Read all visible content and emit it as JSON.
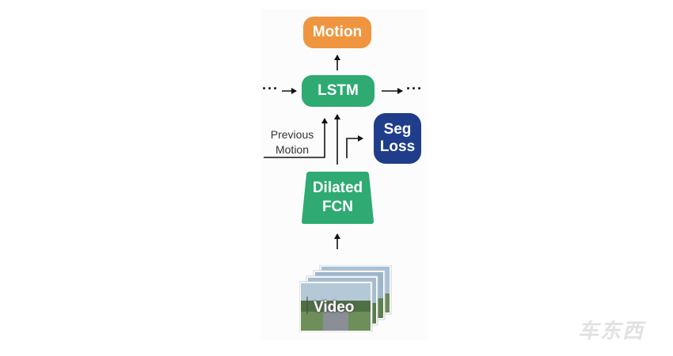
{
  "diagram": {
    "nodes": {
      "motion": "Motion",
      "lstm": "LSTM",
      "seg_loss_line1": "Seg",
      "seg_loss_line2": "Loss",
      "fcn_line1": "Dilated",
      "fcn_line2": "FCN",
      "video": "Video"
    },
    "labels": {
      "previous_motion_line1": "Previous",
      "previous_motion_line2": "Motion",
      "ellipsis_left": "···",
      "ellipsis_right": "···"
    },
    "edges": [
      {
        "from": "lstm",
        "to": "motion"
      },
      {
        "from": "fcn",
        "to": "lstm"
      },
      {
        "from": "previous_motion",
        "to": "lstm"
      },
      {
        "from": "fcn",
        "to": "seg_loss"
      },
      {
        "from": "video",
        "to": "fcn"
      },
      {
        "from": "ellipsis_left",
        "to": "lstm"
      },
      {
        "from": "lstm",
        "to": "ellipsis_right"
      }
    ],
    "colors": {
      "motion": "#f0953f",
      "lstm": "#2eaa72",
      "fcn": "#2eaa72",
      "seg_loss": "#1f3d8a"
    },
    "watermark": "车东西"
  }
}
